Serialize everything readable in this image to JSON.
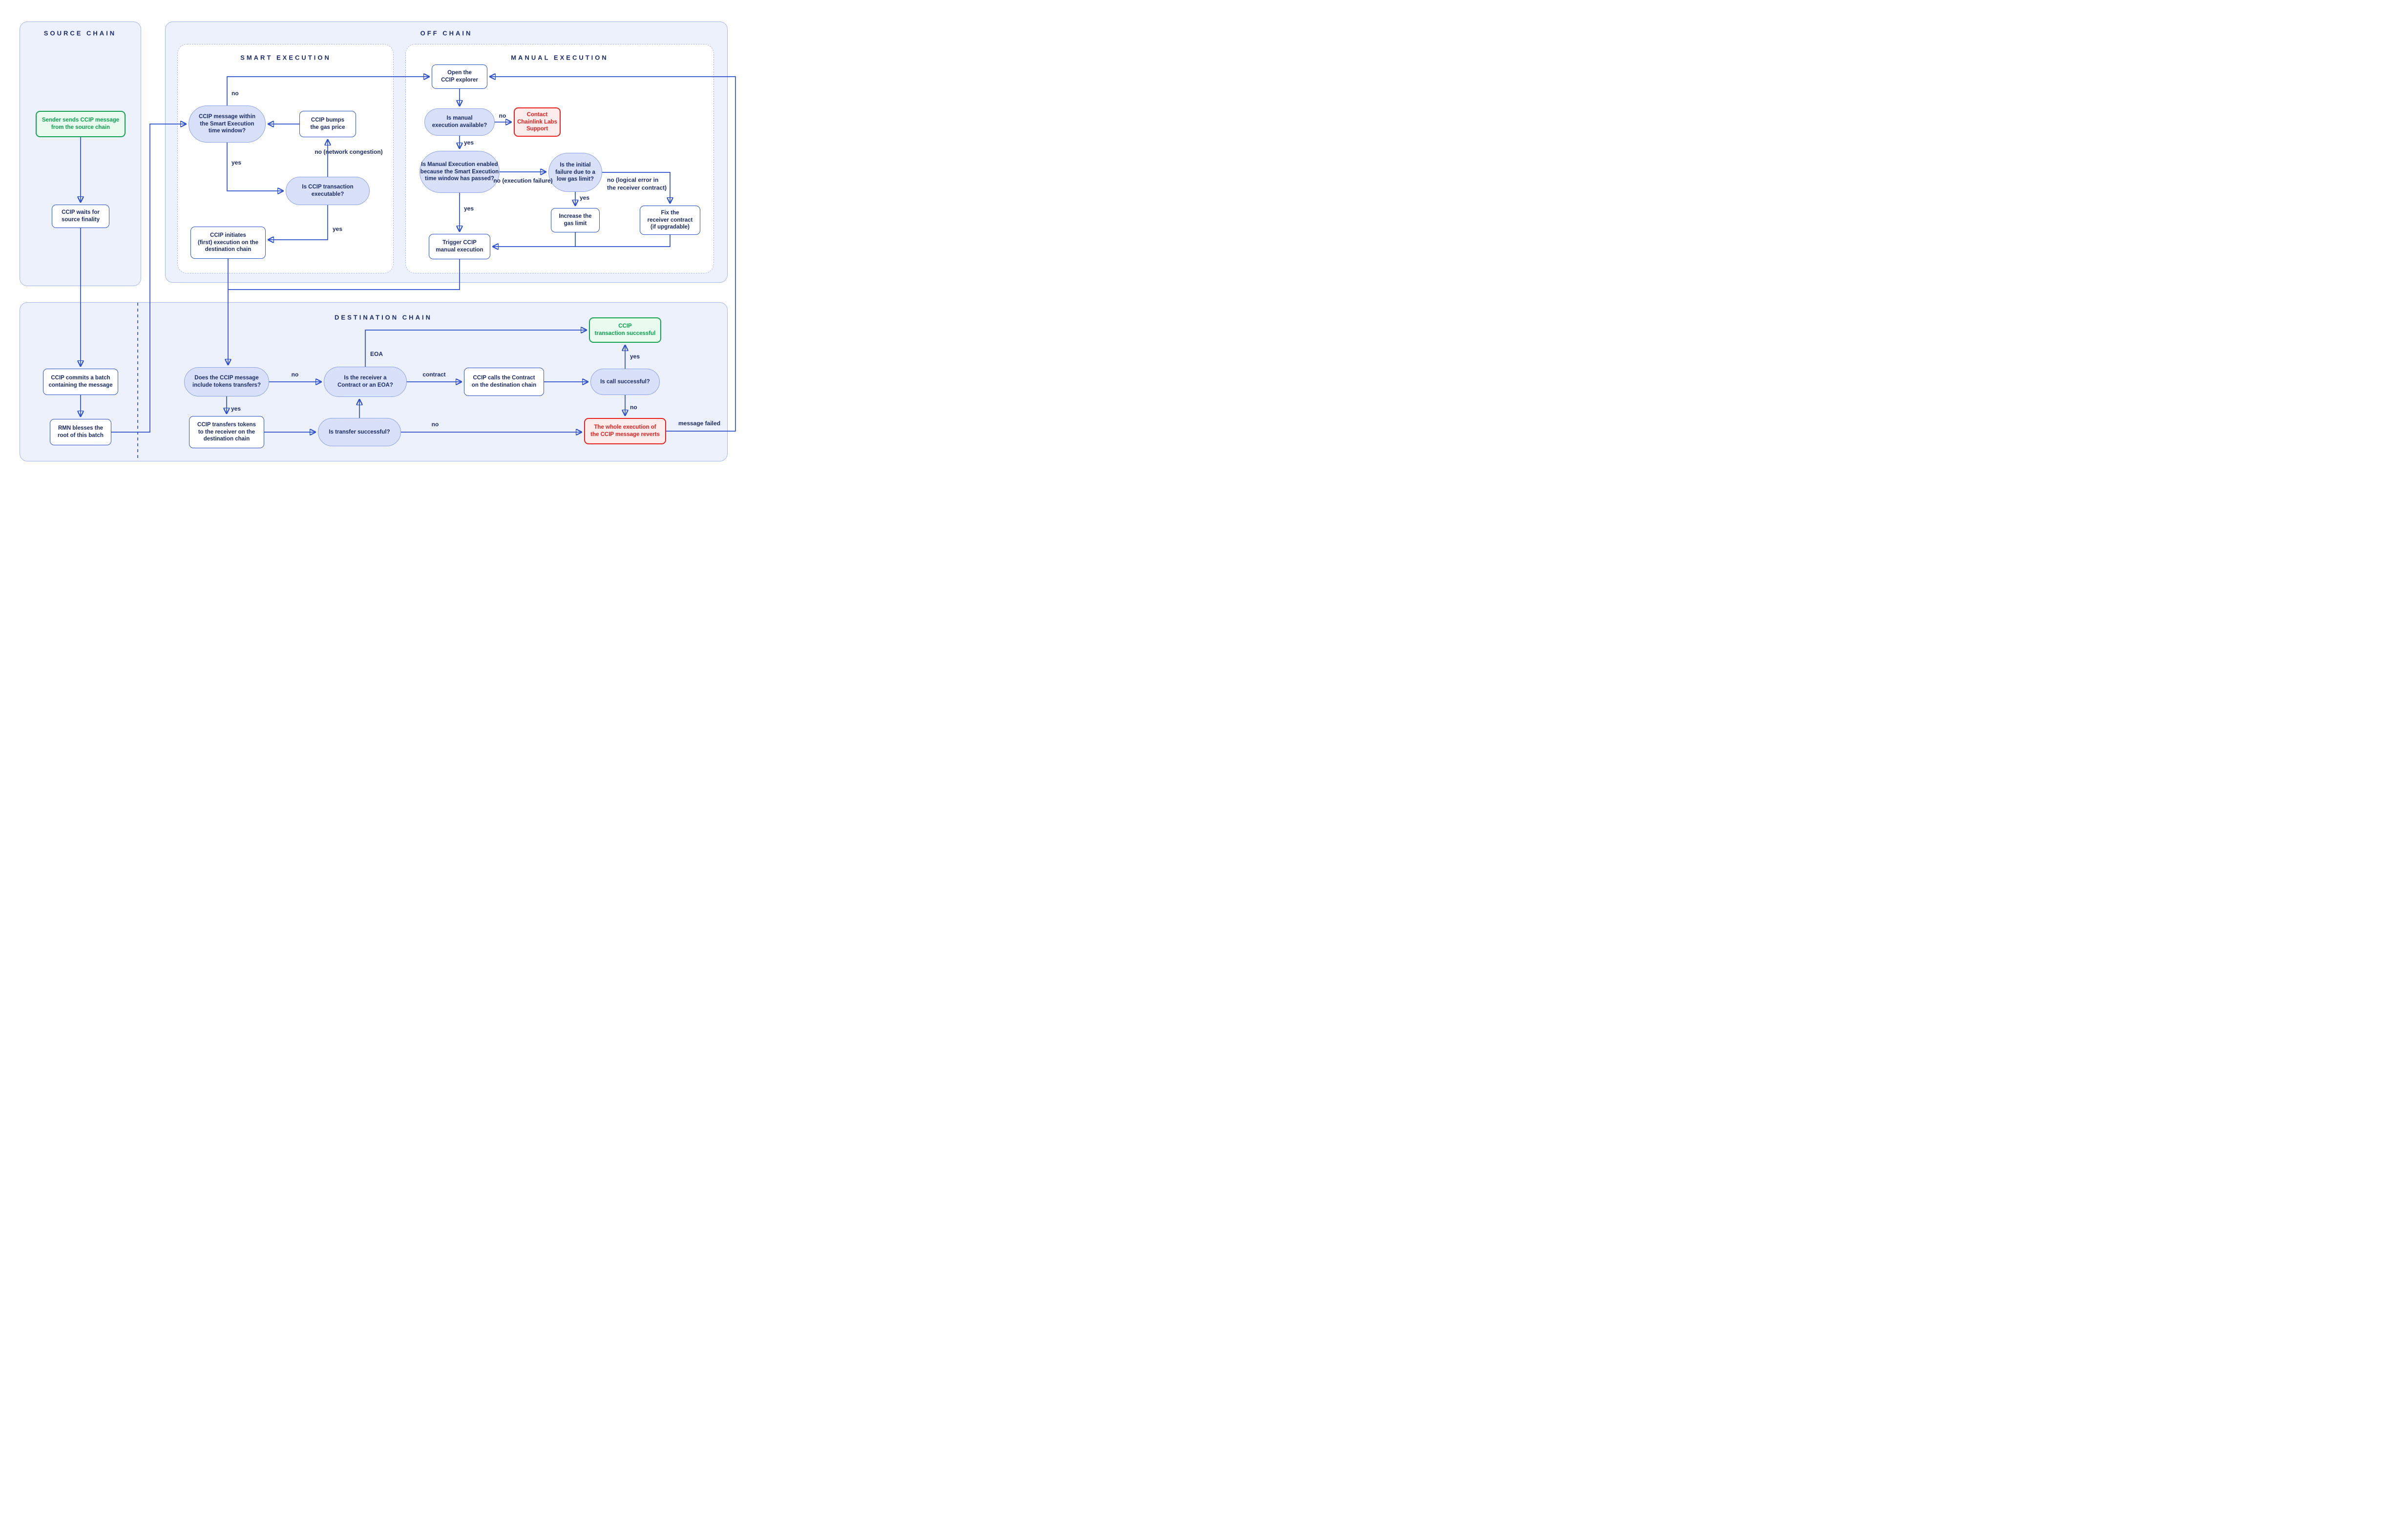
{
  "diagram": {
    "panels": {
      "source_chain": {
        "title": "SOURCE CHAIN"
      },
      "off_chain": {
        "title": "OFF CHAIN"
      },
      "smart_execution": {
        "title": "SMART EXECUTION"
      },
      "manual_execution": {
        "title": "MANUAL EXECUTION"
      },
      "destination_chain": {
        "title": "DESTINATION CHAIN"
      }
    },
    "nodes": {
      "sender": {
        "label": "Sender sends CCIP message\nfrom the source chain"
      },
      "waits": {
        "label": "CCIP waits for\nsource finality"
      },
      "commits": {
        "label": "CCIP commits a batch\ncontaining the message"
      },
      "rmn": {
        "label": "RMN blesses the\nroot of this batch"
      },
      "within": {
        "label": "CCIP message within\nthe Smart Execution\ntime window?"
      },
      "bumps": {
        "label": "CCIP bumps\nthe gas price"
      },
      "executable": {
        "label": "Is CCIP transaction\nexecutable?"
      },
      "initiates": {
        "label": "CCIP initiates\n(first) execution on the\ndestination chain"
      },
      "explorer": {
        "label": "Open the\nCCIP explorer"
      },
      "available": {
        "label": "Is manual\nexecution available?"
      },
      "contact": {
        "label": "Contact\nChainlink Labs\nSupport"
      },
      "enabled": {
        "label": "Is Manual Execution enabled\nbecause the Smart Execution\ntime window has passed?"
      },
      "lowgas": {
        "label": "Is the initial\nfailure due to a\nlow gas limit?"
      },
      "increase": {
        "label": "Increase the\ngas limit"
      },
      "fix": {
        "label": "Fix the\nreceiver contract\n(if upgradable)"
      },
      "trigger": {
        "label": "Trigger CCIP\nmanual execution"
      },
      "does": {
        "label": "Does the CCIP message\ninclude tokens transfers?"
      },
      "receiver": {
        "label": "Is the receiver a\nContract or an EOA?"
      },
      "calls": {
        "label": "CCIP calls the Contract\non the destination chain"
      },
      "callok": {
        "label": "Is call successful?"
      },
      "success": {
        "label": "CCIP\ntransaction successful"
      },
      "reverts": {
        "label": "The whole execution of\nthe CCIP message reverts"
      },
      "transfers": {
        "label": "CCIP transfers tokens\nto the receiver on the\ndestination chain"
      },
      "transferok": {
        "label": "Is transfer successful?"
      }
    },
    "edge_labels": {
      "within_no": {
        "text": "no"
      },
      "within_yes": {
        "text": "yes"
      },
      "net_congestion": {
        "text": "no (network congestion)"
      },
      "executable_yes": {
        "text": "yes"
      },
      "available_no": {
        "text": "no"
      },
      "available_yes": {
        "text": "yes"
      },
      "execution_failure": {
        "text": "no (execution failure)"
      },
      "lowgas_yes": {
        "text": "yes"
      },
      "logical_error": {
        "text": "no (logical error in\nthe receiver contract)"
      },
      "enabled_yes": {
        "text": "yes"
      },
      "does_no": {
        "text": "no"
      },
      "does_yes": {
        "text": "yes"
      },
      "contract": {
        "text": "contract"
      },
      "eoa": {
        "text": "EOA"
      },
      "callok_yes": {
        "text": "yes"
      },
      "callok_no": {
        "text": "no"
      },
      "transfer_no": {
        "text": "no"
      },
      "message_failed": {
        "text": "message failed"
      }
    },
    "colors": {
      "arrow": "#2D50CC",
      "navy_text": "#1B2C68",
      "stadium_fill": "#D8E1F9",
      "stadium_border": "#8CA2E8",
      "process_border": "#2D50CC",
      "panel_fill": "#EDF1FB",
      "panel_border": "#A7B6ED",
      "green_border": "#12A150",
      "green_fill": "#E8FBEE",
      "green_text": "#0CA24E",
      "red": "#E8201E",
      "red_fill": "#FCECEC"
    }
  }
}
